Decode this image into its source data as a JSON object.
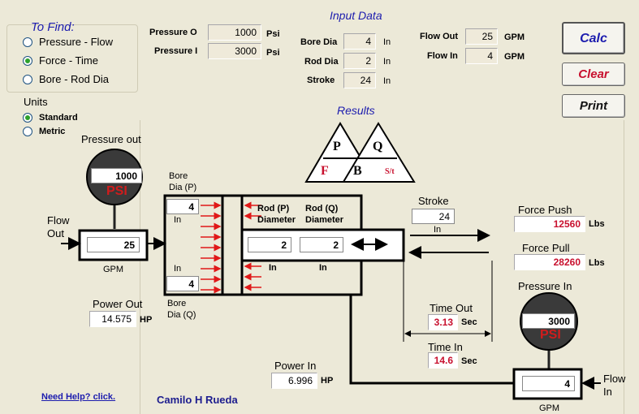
{
  "find": {
    "title": "To Find:",
    "options": [
      "Pressure - Flow",
      "Force - Time",
      "Bore - Rod Dia"
    ],
    "selected": 1
  },
  "units": {
    "title": "Units",
    "options": [
      "Standard",
      "Metric"
    ],
    "selected": 0
  },
  "input_data": {
    "title": "Input Data",
    "pressure_o": {
      "label": "Pressure O",
      "value": "1000",
      "unit": "Psi"
    },
    "pressure_i": {
      "label": "Pressure I",
      "value": "3000",
      "unit": "Psi"
    },
    "bore_dia": {
      "label": "Bore Dia",
      "value": "4",
      "unit": "In"
    },
    "rod_dia": {
      "label": "Rod Dia",
      "value": "2",
      "unit": "In"
    },
    "stroke": {
      "label": "Stroke",
      "value": "24",
      "unit": "In"
    },
    "flow_out": {
      "label": "Flow Out",
      "value": "25",
      "unit": "GPM"
    },
    "flow_in": {
      "label": "Flow In",
      "value": "4",
      "unit": "GPM"
    }
  },
  "buttons": {
    "calc": "Calc",
    "clear": "Clear",
    "print": "Print"
  },
  "results": {
    "title": "Results",
    "triangle": {
      "p": "P",
      "q": "Q",
      "f": "F",
      "b": "B",
      "st": "S/t"
    },
    "pressure_out": {
      "label": "Pressure out",
      "value": "1000",
      "gauge": "PSI"
    },
    "flow_out": {
      "label1": "Flow",
      "label2": "Out",
      "value": "25",
      "unit": "GPM"
    },
    "power_out": {
      "label": "Power Out",
      "value": "14.575",
      "unit": "HP"
    },
    "bore_p": {
      "label1": "Bore",
      "label2": "Dia (P)",
      "value": "4",
      "unit": "In"
    },
    "bore_q": {
      "label1": "Bore",
      "label2": "Dia (Q)",
      "value": "4",
      "unit": "In"
    },
    "rod_p": {
      "label1": "Rod (P)",
      "label2": "Diameter",
      "value": "2",
      "unit": "In"
    },
    "rod_q": {
      "label1": "Rod (Q)",
      "label2": "Diameter",
      "value": "2",
      "unit": "In"
    },
    "stroke": {
      "label": "Stroke",
      "value": "24",
      "unit": "In"
    },
    "force_push": {
      "label": "Force Push",
      "value": "12560",
      "unit": "Lbs"
    },
    "force_pull": {
      "label": "Force Pull",
      "value": "28260",
      "unit": "Lbs"
    },
    "pressure_in": {
      "label": "Pressure In",
      "value": "3000",
      "gauge": "PSI"
    },
    "time_out": {
      "label": "Time Out",
      "value": "3.13",
      "unit": "Sec"
    },
    "time_in": {
      "label": "Time In",
      "value": "14.6",
      "unit": "Sec"
    },
    "power_in": {
      "label": "Power In",
      "value": "6.996",
      "unit": "HP"
    },
    "flow_in": {
      "label1": "Flow",
      "label2": "In",
      "value": "4",
      "unit": "GPM"
    }
  },
  "footer": {
    "help": "Need Help? click.",
    "author": "Camilo H Rueda"
  },
  "colors": {
    "accent": "#1c1cae",
    "red": "#c8102e",
    "gauge": "#333333"
  }
}
